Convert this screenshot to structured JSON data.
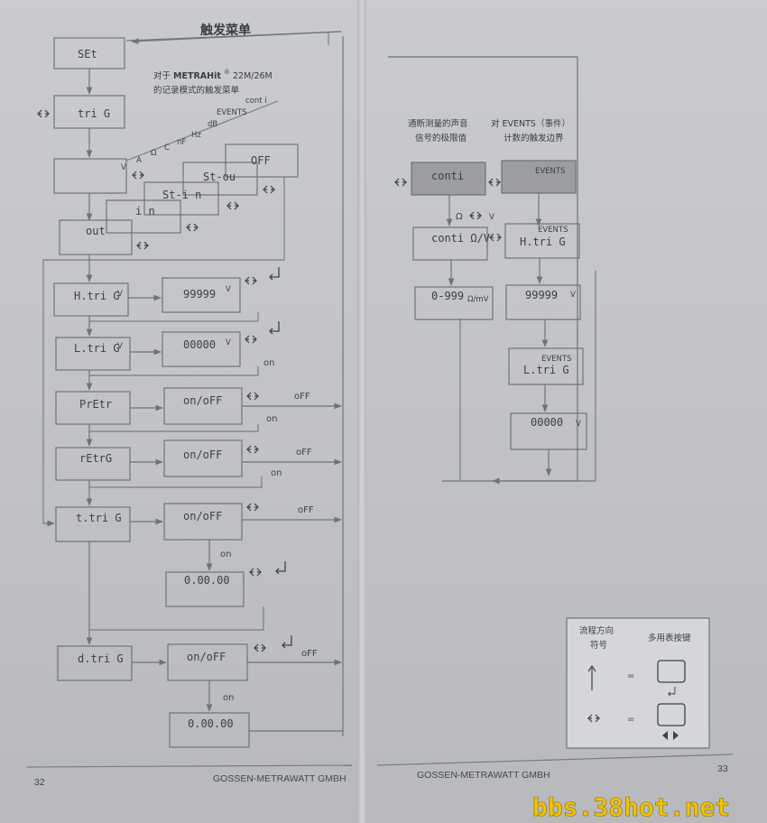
{
  "left_page": {
    "title": "触发菜单",
    "intro": {
      "line1_pre": "对于",
      "brand": "METRAHit",
      "brand_reg": "®",
      "line1_post": "22M/26M",
      "line2": "的记录模式的触发菜单"
    },
    "modes": {
      "v": "V",
      "a": "A",
      "ohm": "Ω",
      "c": "C",
      "nf": "nF",
      "hz": "Hz",
      "db": "dB",
      "events": "EVENTS",
      "conti": "cont i"
    },
    "displays": {
      "set": "SEt",
      "trig": "tri G",
      "trig_blank": "",
      "v_unit": "V",
      "off": "OFF",
      "stou": "St-ou",
      "stin": "St-i n",
      "in": "i n",
      "out": "out",
      "htrig": "H.tri G",
      "htrig_val": "99999",
      "ltrig": "L.tri G",
      "ltrig_val": "00000",
      "pretr": "PrEtr",
      "pretr_val": "on/oFF",
      "retrg": "rEtrG",
      "retrg_val": "on/oFF",
      "ttrig": "t.tri G",
      "ttrig_val": "on/oFF",
      "ttrig_time": "0.00.00",
      "dtrig": "d.tri G",
      "dtrig_val": "on/oFF",
      "dtrig_time": "0.00.00"
    },
    "labels": {
      "on": "on",
      "off": "oFF"
    },
    "footer": {
      "page_num": "32",
      "company": "GOSSEN-METRAWATT GMBH"
    }
  },
  "right_page": {
    "col1_title": [
      "通断测量的声音",
      "信号的极限值"
    ],
    "col2_title": [
      "对 EVENTS（事件）",
      "计数的触发边界"
    ],
    "displays": {
      "conti": "conti",
      "events": "EVENTS",
      "conti_ohm": "conti Ω/V",
      "ohm_v": "Ω",
      "v": "V",
      "htrig": "H.tri G",
      "range": "0-999",
      "range_unit": "Ω/mV",
      "htrig_val": "99999",
      "ltrig": "L.tri G",
      "ltrig_val": "00000"
    },
    "legend": {
      "flow_title": [
        "流程方向",
        "符号"
      ],
      "key_title": "多用表按键",
      "equals": "="
    },
    "footer": {
      "page_num": "33",
      "company": "GOSSEN-METRAWATT GMBH"
    }
  },
  "watermark": "bbs.38hot.net"
}
